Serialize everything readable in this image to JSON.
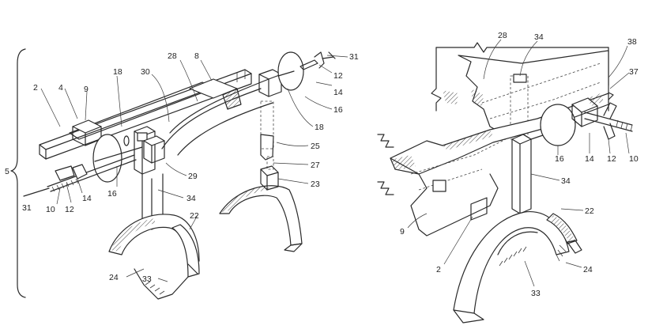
{
  "figure_left": {
    "labels": {
      "l5": "5",
      "l2": "2",
      "l4": "4",
      "l9": "9",
      "l18a": "18",
      "l30": "30",
      "l28": "28",
      "l8": "8",
      "l31a": "31",
      "l12a": "12",
      "l14a": "14",
      "l16a": "16",
      "l18b": "18",
      "l25": "25",
      "l27": "27",
      "l23": "23",
      "l29": "29",
      "l34": "34",
      "l16b": "16",
      "l14b": "14",
      "l12b": "12",
      "l10": "10",
      "l31b": "31",
      "l22": "22",
      "l24": "24",
      "l33": "33"
    }
  },
  "figure_right": {
    "labels": {
      "l28": "28",
      "l34a": "34",
      "l38": "38",
      "l37": "37",
      "l16": "16",
      "l14": "14",
      "l12": "12",
      "l10": "10",
      "l34b": "34",
      "l22": "22",
      "l9": "9",
      "l2": "2",
      "l33": "33",
      "l24": "24"
    }
  }
}
